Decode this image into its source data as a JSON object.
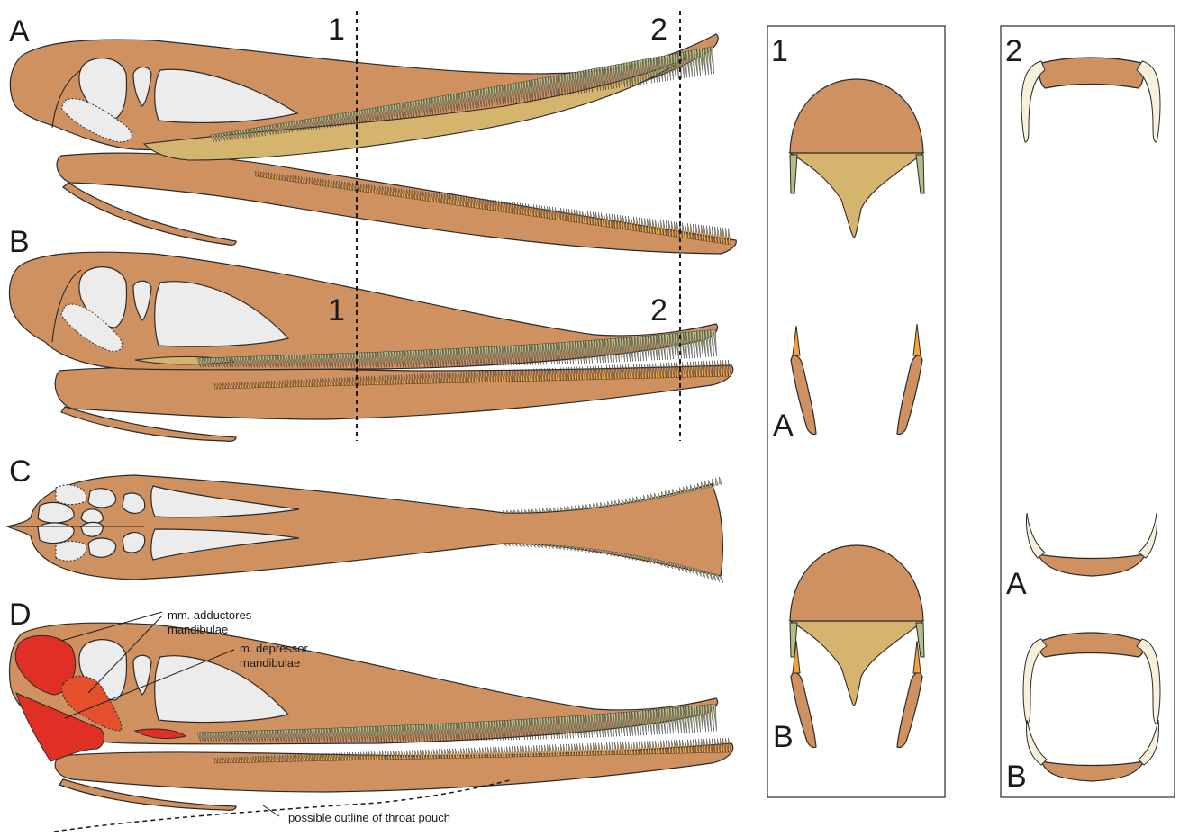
{
  "panel_labels": {
    "a": "A",
    "b": "B",
    "c": "C",
    "d": "D"
  },
  "section_labels": {
    "s1": "1",
    "s2": "2"
  },
  "inset1": {
    "number": "1",
    "label_a": "A",
    "label_b": "B"
  },
  "inset2": {
    "number": "2",
    "label_a": "A",
    "label_b": "B"
  },
  "annotations": {
    "adductores_line1": "mm. adductores",
    "adductores_line2": "mandibulae",
    "depressor_line1": "m. depressor",
    "depressor_line2": "mandibulae",
    "throat_pouch": "possible outline of throat pouch"
  },
  "colors": {
    "bone": "#d09161",
    "palate": "#d5b56d",
    "fenestra": "#ececec",
    "upper_teeth": "#b3bd84",
    "lower_teeth": "#f3a23e",
    "muscle": "#e02f24",
    "keratin": "#f7f1dc"
  }
}
